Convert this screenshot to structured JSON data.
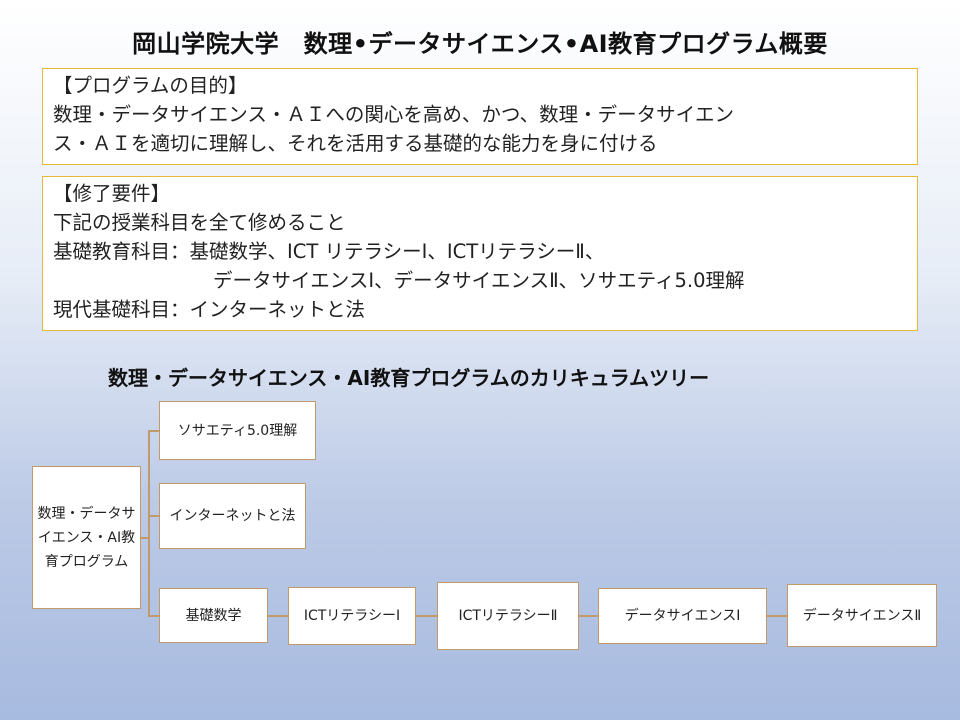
{
  "page": {
    "title": "岡山学院大学　数理•データサイエンス•AI教育プログラム概要"
  },
  "purpose": {
    "heading": "【プログラムの目的】",
    "lines": [
      "数理・データサイエンス・ＡＩへの関心を高め、かつ、数理・データサイエン",
      "ス・ＡＩを適切に理解し、それを活用する基礎的な能力を身に付ける"
    ]
  },
  "requirements": {
    "heading": "【修了要件】",
    "lines": [
      "下記の授業科目を全て修めること",
      "基礎教育科目：基礎数学、ICT リテラシーI、ICTリテラシーⅡ、",
      "データサイエンスⅠ、データサイエンスⅡ、ソサエティ5.0理解",
      "現代基礎科目：インターネットと法"
    ]
  },
  "curriculum": {
    "title": "数理・データサイエンス・AI教育プログラムのカリキュラムツリー",
    "root": "数理・データサイエンス・AI教育プログラム",
    "society": "ソサエティ5.0理解",
    "internet_law": "インターネットと法",
    "basic_math": "基礎数学",
    "ict1": "ICTリテラシーⅠ",
    "ict2": "ICTリテラシーⅡ",
    "ds1": "データサイエンスⅠ",
    "ds2": "データサイエンスⅡ"
  }
}
